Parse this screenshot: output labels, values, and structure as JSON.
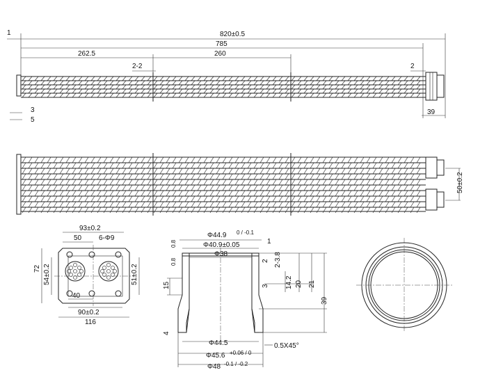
{
  "dims": {
    "overall": "820±0.5",
    "inner": "785",
    "seg1": "262.5",
    "seg2": "260",
    "sec": "2-2",
    "mark1": "1",
    "d3": "3",
    "d5": "5",
    "d2": "2",
    "d39": "39",
    "spacing": "50±0.2",
    "plate_w": "93±0.2",
    "plate_50": "50",
    "holes": "6-Φ9",
    "plate_72": "72",
    "plate_54": "54±0.2",
    "plate_51": "51±0.2",
    "plate_40": "40",
    "plate_90": "90±0.2",
    "plate_116": "116",
    "d449": "Φ44.9",
    "d449_tol": "0 / -0.1",
    "d409": "Φ40.9±0.05",
    "d38": "Φ38",
    "s1": "1",
    "s2": "2",
    "s238": "2-3.8",
    "s3": "3",
    "s142": "14.2",
    "s20": "20",
    "s21": "21",
    "s39": "39",
    "s15": "15",
    "s08a": "0.8",
    "s08b": "0.8",
    "s4": "4",
    "d445": "Φ44.5",
    "chamfer": "0.5X45°",
    "d456": "Φ45.6",
    "d456_tol": "+0.06 / 0",
    "d48": "Φ48",
    "d48_tol": "-0.1 / -0.2"
  }
}
